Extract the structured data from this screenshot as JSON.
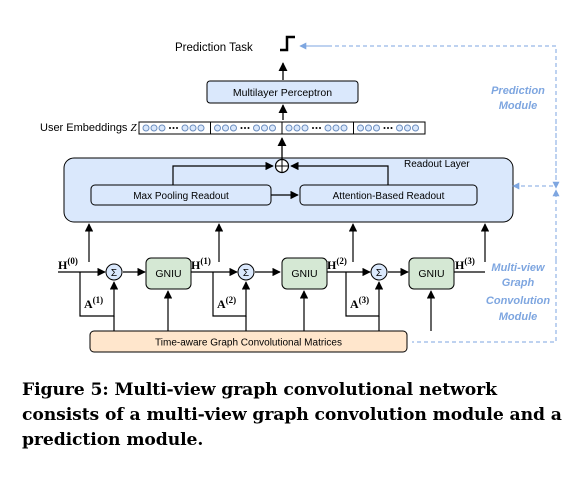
{
  "figure": {
    "prediction_task": "Prediction Task",
    "mlp": "Multilayer Perceptron",
    "user_embeddings": "User Embeddings",
    "z_symbol": "Z",
    "readout_layer": "Readout Layer",
    "max_pooling": "Max Pooling Readout",
    "attention_readout": "Attention-Based Readout",
    "gniu": "GNIU",
    "sum_symbol": "Σ",
    "plus_symbol": "+",
    "h_base": "H",
    "h_indices": [
      "(0)",
      "(1)",
      "(2)",
      "(3)"
    ],
    "a_base": "A",
    "a_indices": [
      "(1)",
      "(2)",
      "(3)"
    ],
    "time_aware": "Time-aware Graph Convolutional Matrices",
    "prediction_module": [
      "Prediction",
      "Module"
    ],
    "multiview_module": [
      "Multi-view",
      "Graph",
      "Convolution",
      "Module"
    ],
    "colors": {
      "readout_fill": "#dae8fc",
      "readout_stroke": "#6c8ebf",
      "gniu_fill": "#d5e8d4",
      "gniu_stroke": "#82b366",
      "matrices_fill": "#ffe6cc",
      "matrices_stroke": "#d79b00",
      "mlp_fill": "#dae8fc",
      "module_label": "#7ea6e0"
    }
  },
  "caption": {
    "text": "Figure 5: Multi-view graph convolutional network consists of a multi-view graph convolution module and a prediction module."
  }
}
